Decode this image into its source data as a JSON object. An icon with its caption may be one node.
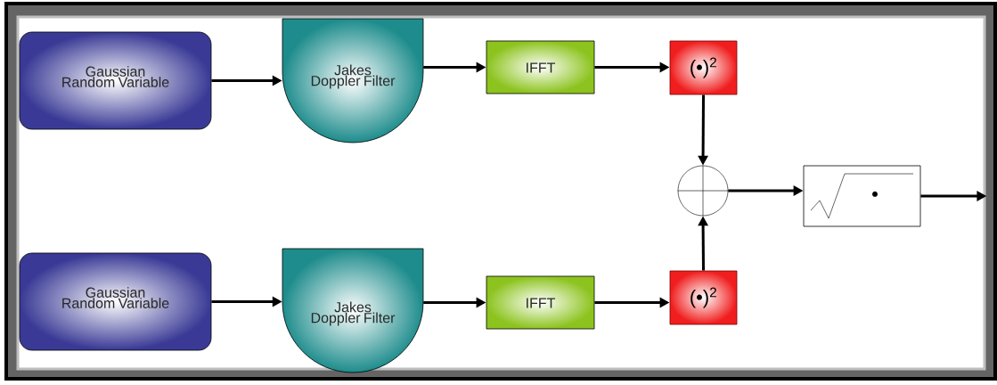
{
  "diagram": {
    "nodes": [
      {
        "text": [
          "Gaussian Random Variable"
        ]
      },
      {
        "text": [
          "Jakes Doppler Filter"
        ]
      },
      {
        "text": [
          "IFFT"
        ]
      },
      {
        "text": [
          "(•)$^{2}$"
        ]
      },
      {
        "text": [
          "Gaussian Random Variable"
        ]
      },
      {
        "text": [
          "Jakes Doppler Filter"
        ]
      },
      {
        "text": [
          "IFFT"
        ]
      },
      {
        "text": [
          "(•)$^{2}$"
        ]
      },
      {
        "text": [],
        "shape": "circle"
      },
      {
        "text": [
          "•"
        ]
      }
    ],
    "edges": [
      {
        "from": 0,
        "to": 1,
        "arrow": "to"
      },
      {
        "from": 1,
        "to": 2,
        "arrow": "to"
      },
      {
        "from": 2,
        "to": 3,
        "arrow": "to"
      },
      {
        "from": 3,
        "to": 8,
        "arrow": "to"
      },
      {
        "from": 4,
        "to": 5,
        "arrow": "to"
      },
      {
        "from": 5,
        "to": 6,
        "arrow": "to"
      },
      {
        "from": 6,
        "to": 7,
        "arrow": "to"
      },
      {
        "from": 7,
        "to": 8,
        "arrow": "to"
      },
      {
        "from": 8,
        "to": 9,
        "arrow": "to"
      },
      {
        "from": 9,
        "to": null,
        "arrow": "to"
      }
    ]
  }
}
